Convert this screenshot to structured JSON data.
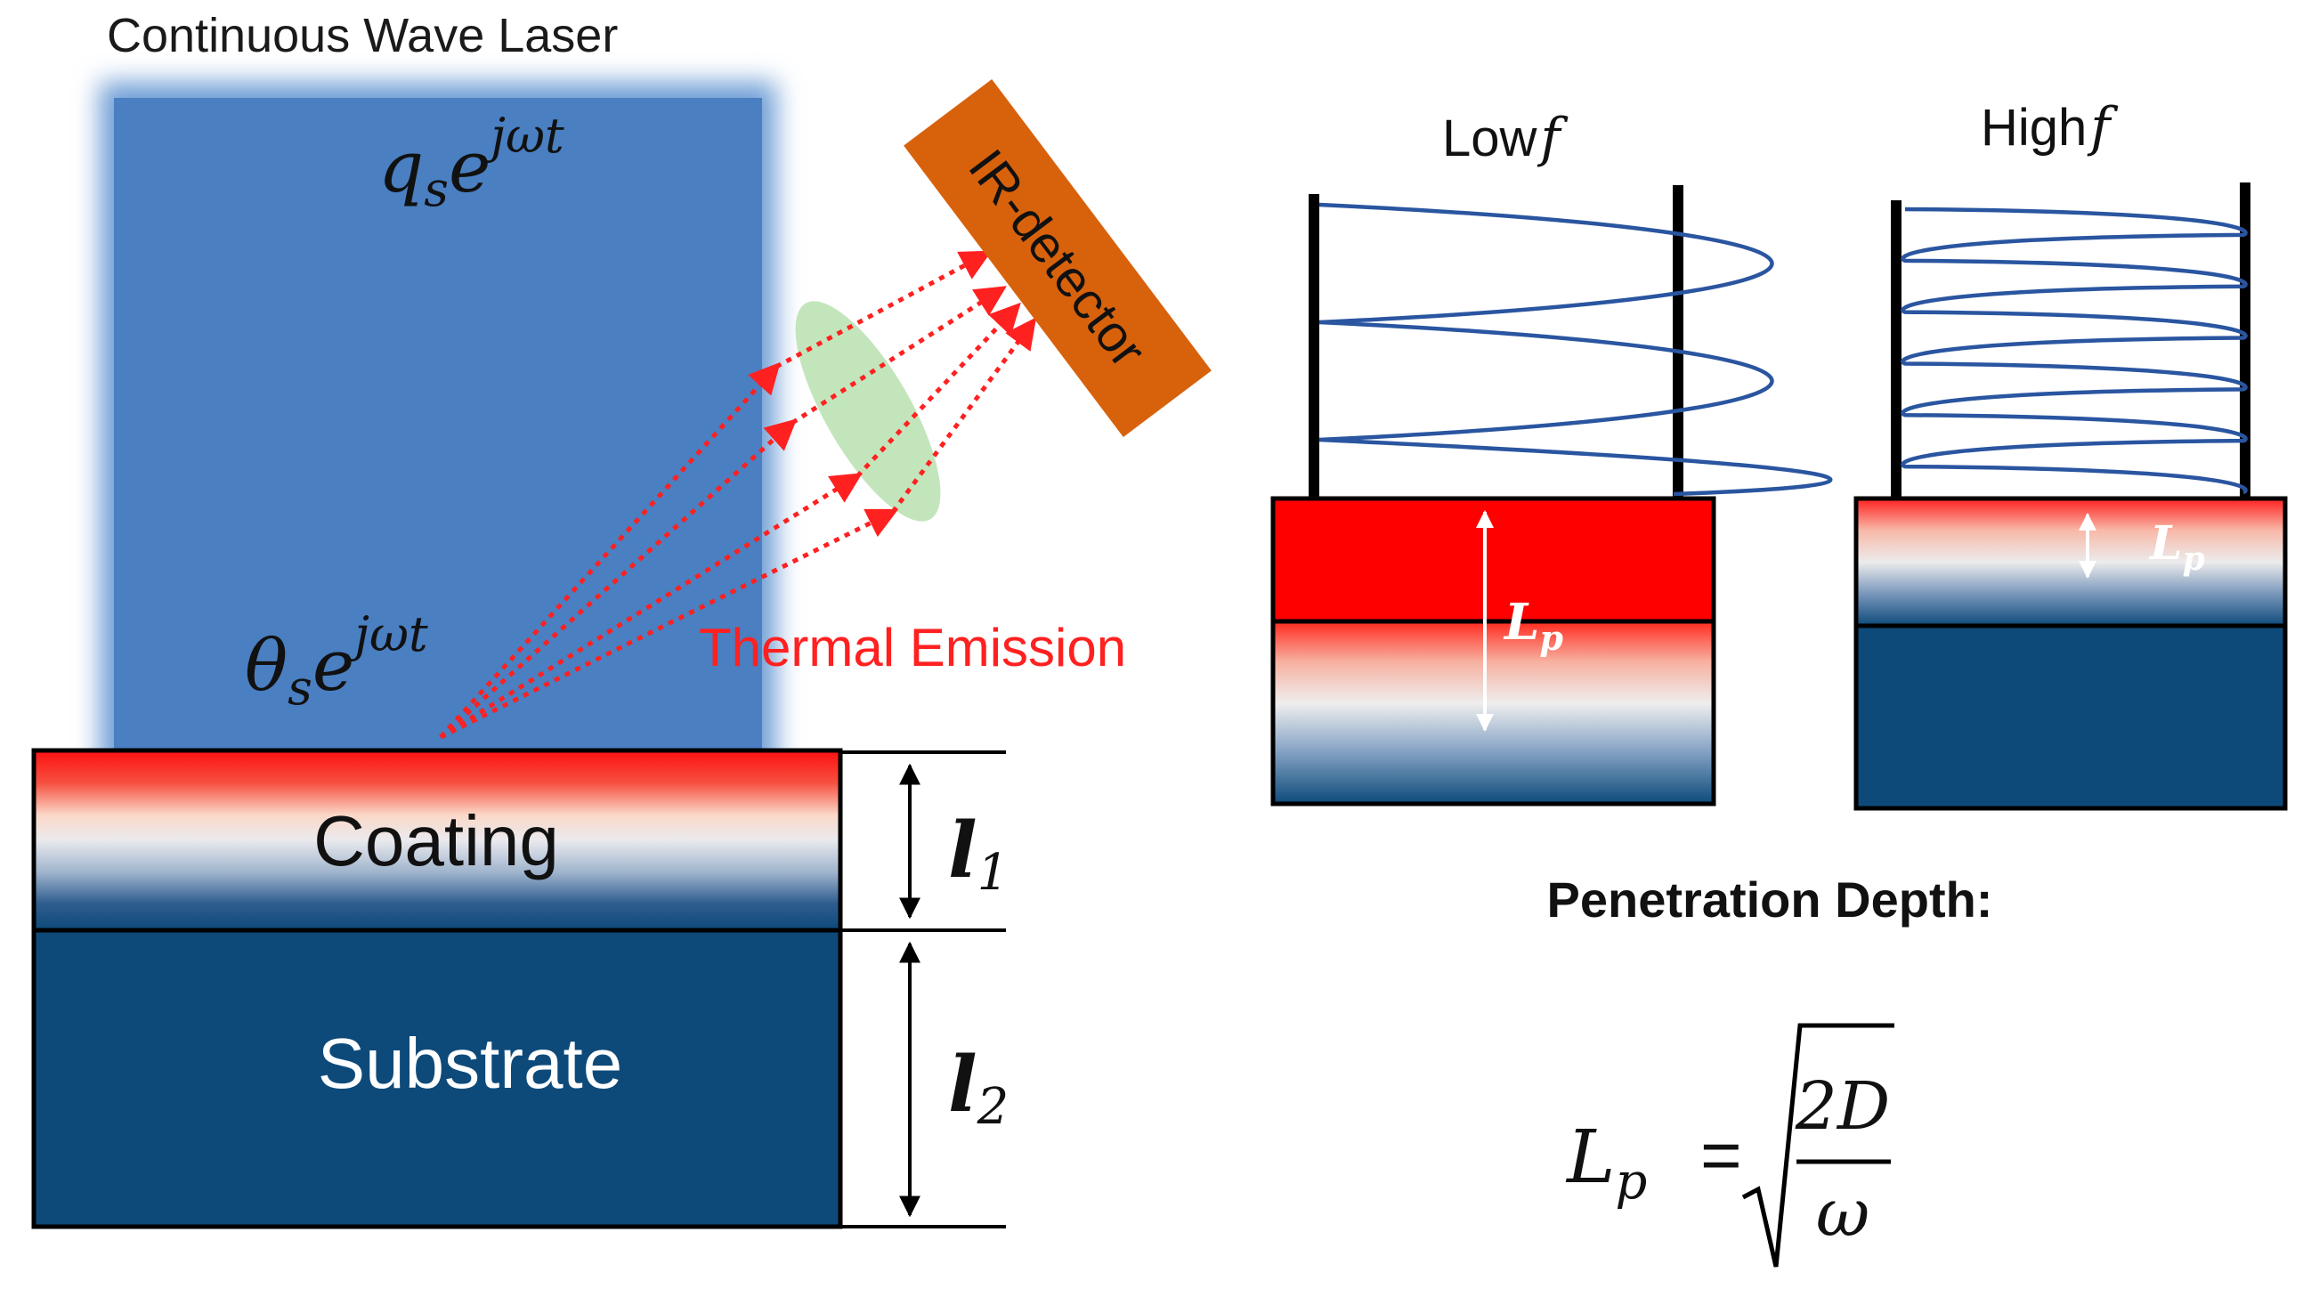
{
  "laser": {
    "title": "Continuous Wave Laser",
    "flux_base": "q",
    "flux_sub": "s",
    "flux_exp_base": "e",
    "flux_exp": "jωt",
    "temp_base": "θ",
    "temp_sub": "s",
    "temp_exp_base": "e",
    "temp_exp": "jωt"
  },
  "detector": {
    "label": "IR-detector",
    "emission_label": "Thermal Emission"
  },
  "sample": {
    "coating_label": "Coating",
    "substrate_label": "Substrate",
    "l1_base": "l",
    "l1_sub": "1",
    "l2_base": "l",
    "l2_sub": "2"
  },
  "frequency_panels": {
    "low_label": "Low",
    "high_label": "High",
    "freq_symbol": "f",
    "lp_base": "L",
    "lp_sub": "p"
  },
  "formula": {
    "heading": "Penetration Depth:",
    "lhs_base": "L",
    "lhs_sub": "p",
    "equals": "=",
    "numerator": "2D",
    "denominator": "ω"
  },
  "colors": {
    "laser_blue": "#4a7fc1",
    "deep_blue": "#0d4a7a",
    "hot_red": "#ff0000",
    "emission_red": "#ff2020",
    "detector_orange": "#d8620c",
    "lens_green": "#b8e0b0",
    "wave_blue": "#2a55a0"
  }
}
